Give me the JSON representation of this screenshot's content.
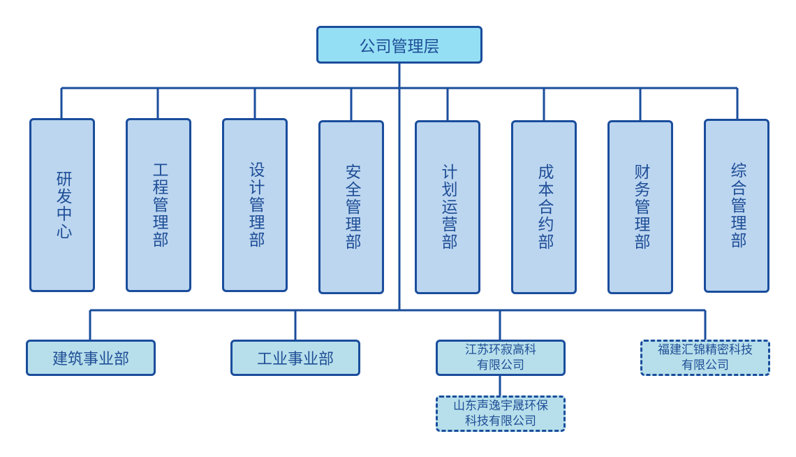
{
  "title": "公司管理层",
  "departments": [
    {
      "label": "研发中心"
    },
    {
      "label": "工程管理部"
    },
    {
      "label": "设计管理部"
    },
    {
      "label": "安全管理部"
    },
    {
      "label": "计划运营部"
    },
    {
      "label": "成本合约部"
    },
    {
      "label": "财务管理部"
    },
    {
      "label": "综合管理部"
    }
  ],
  "divisions": [
    {
      "label": "建筑事业部"
    },
    {
      "label": "工业事业部"
    },
    {
      "label": "江苏环寂高科\n有限公司"
    },
    {
      "label": "福建汇锦精密科技\n有限公司"
    }
  ],
  "sub_company": {
    "label": "山东声逸宇晟环保\n科技有限公司"
  },
  "colors": {
    "line": "#1a4d9c",
    "top_fill": "#95dff4",
    "dept_fill": "#bcd6f0",
    "division_fill": "#b7dfeb"
  }
}
